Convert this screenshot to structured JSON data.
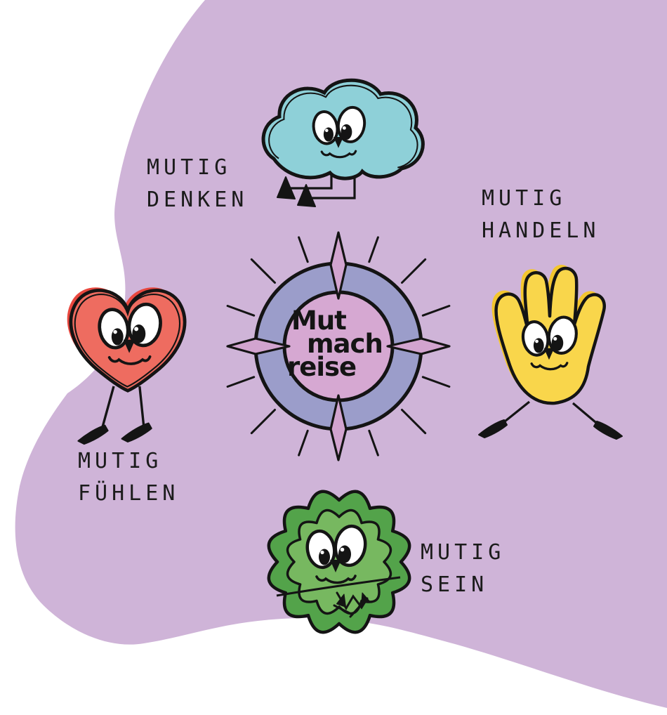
{
  "page": {
    "background_color": "#ffffff"
  },
  "blob": {
    "color": "#cfb4d8"
  },
  "compass": {
    "ring_color": "#9b9dca",
    "inner_color": "#d6a8d2",
    "spike_color": "#d2a4cf",
    "title_lines": [
      "Mut",
      "mach",
      "reise"
    ]
  },
  "labels": {
    "denken": {
      "line1": "MUTIG",
      "line2": "DENKEN"
    },
    "handeln": {
      "line1": "MUTIG",
      "line2": "HANDELN"
    },
    "fuehlen": {
      "line1": "MUTIG",
      "line2": "FÜHLEN"
    },
    "sein": {
      "line1": "MUTIG",
      "line2": "SEIN"
    }
  },
  "characters": {
    "cloud": {
      "color": "#8ed0d8"
    },
    "heart": {
      "color": "#ee6c60",
      "accent": "#e8473e"
    },
    "hand": {
      "color": "#f9d64b",
      "accent": "#f3c62e"
    },
    "badge": {
      "outer_color": "#53a34a",
      "inner_color": "#77b860"
    }
  }
}
